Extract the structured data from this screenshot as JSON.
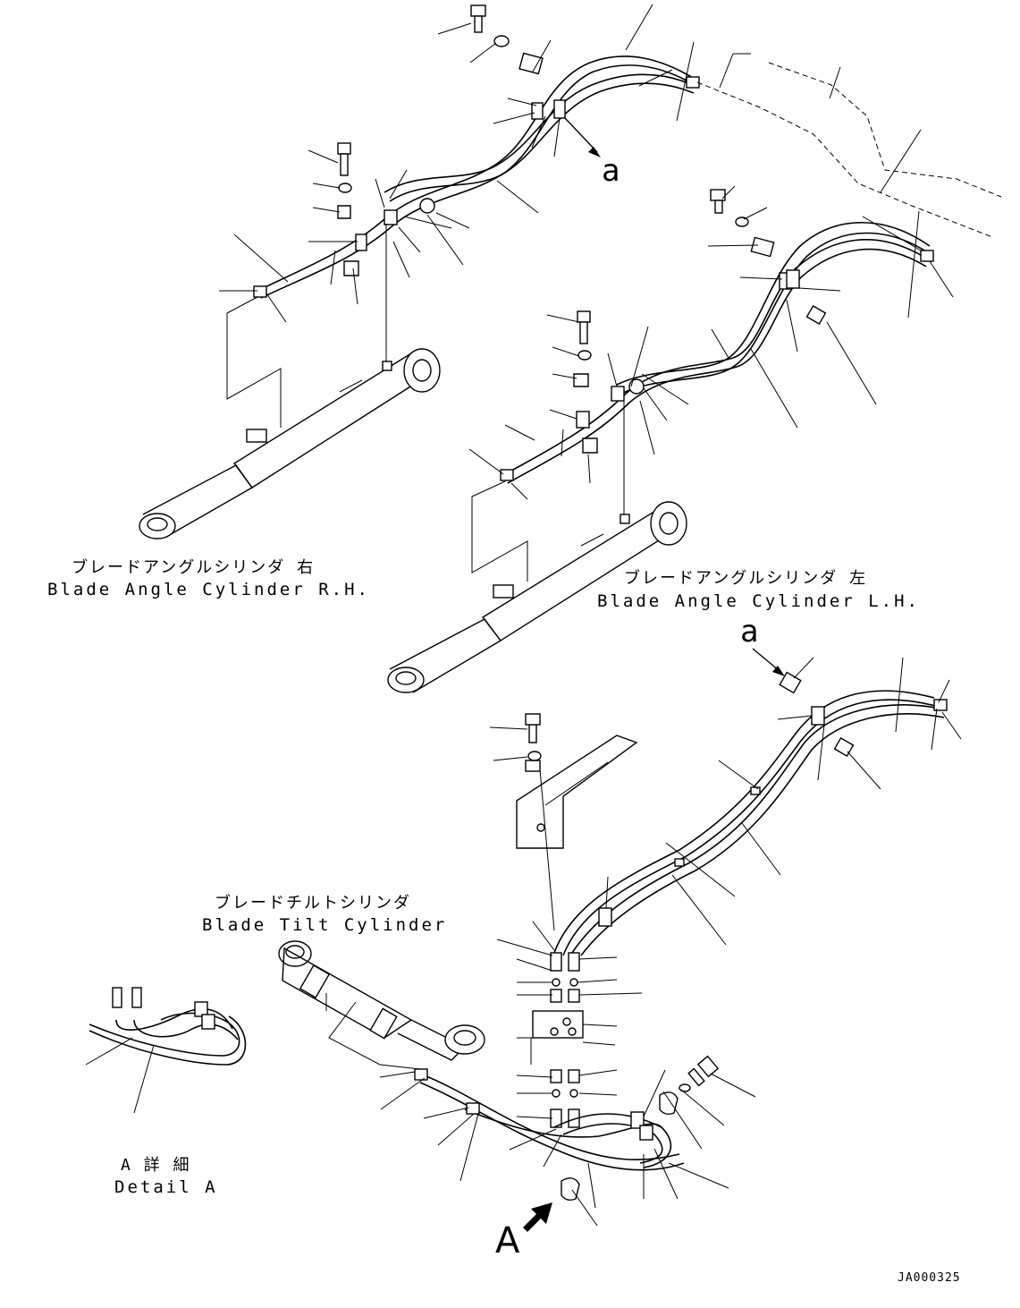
{
  "labels": {
    "rh_jp": "ブレードアングルシリンダ 右",
    "rh_en": "Blade Angle Cylinder R.H.",
    "lh_jp": "ブレードアングルシリンダ 左",
    "lh_en": "Blade Angle Cylinder L.H.",
    "tilt_jp": "ブレードチルトシリンダ",
    "tilt_en": "Blade Tilt Cylinder",
    "detail_jp": "A 詳 細",
    "detail_en": "Detail A",
    "view_a": "A",
    "ref_a_1": "a",
    "ref_a_2": "a",
    "drawing_no": "JA000325"
  }
}
